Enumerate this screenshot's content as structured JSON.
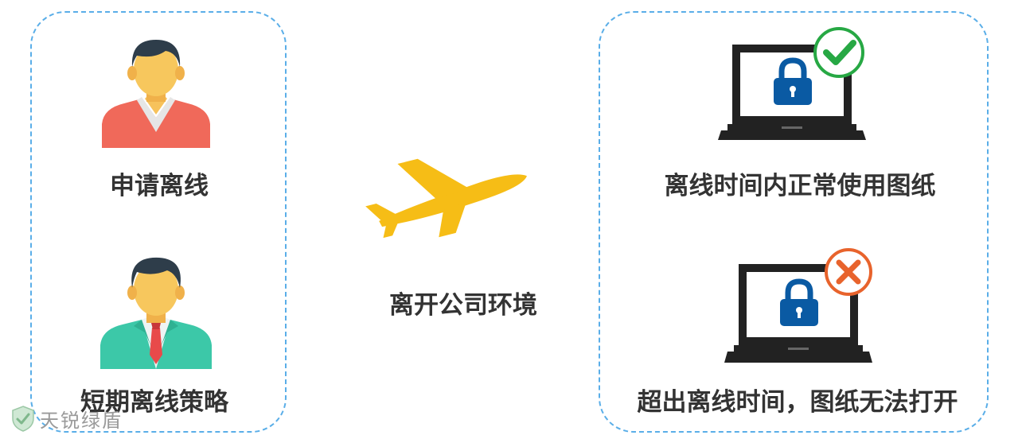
{
  "left_panel": {
    "person_top_label": "申请离线",
    "person_bottom_label": "短期离线策略"
  },
  "center": {
    "airplane_label": "离开公司环境"
  },
  "right_panel": {
    "laptop_ok_label": "离线时间内正常使用图纸",
    "laptop_blocked_label": "超出离线时间，图纸无法打开"
  },
  "watermark": {
    "text": "天锐绿盾"
  },
  "colors": {
    "panel_border": "#5aaee8",
    "airplane": "#f6bd16",
    "check_green": "#27a844",
    "cross_orange": "#e8632c",
    "lock_blue": "#0a5aa3",
    "sweater_red": "#f0695a",
    "suit_teal": "#3cc8a8"
  },
  "icons": {
    "person_top": "person-sweater-icon",
    "person_bottom": "person-suit-icon",
    "airplane": "airplane-icon",
    "laptop_ok": "laptop-lock-check-icon",
    "laptop_blocked": "laptop-lock-cross-icon",
    "watermark": "shield-logo-icon"
  }
}
